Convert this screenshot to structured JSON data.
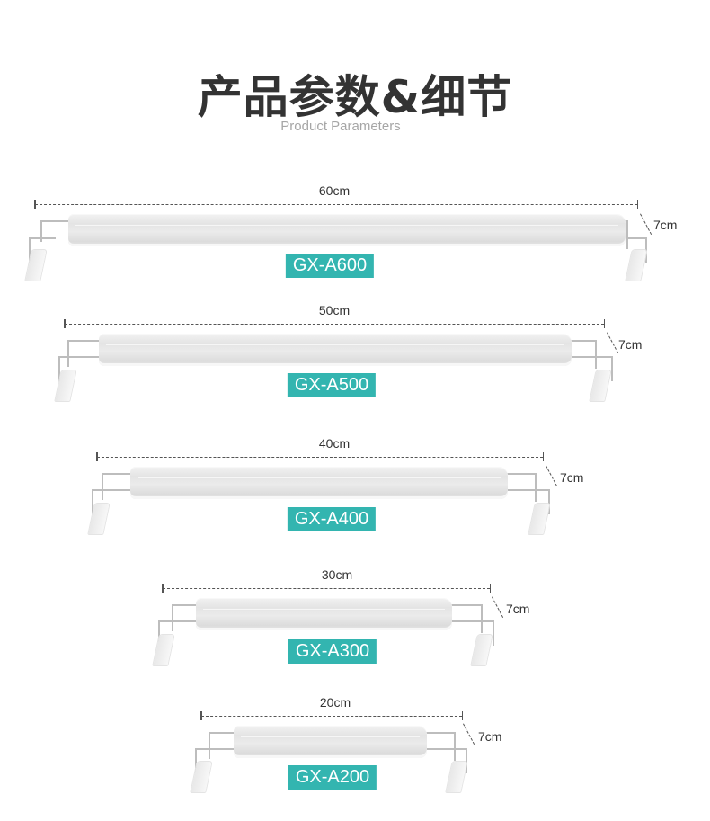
{
  "header": {
    "title": "产品参数&细节",
    "subtitle": "Product Parameters"
  },
  "accent_color": "#33b5b0",
  "products": [
    {
      "model": "GX-A600",
      "length": "60cm",
      "height": "7cm"
    },
    {
      "model": "GX-A500",
      "length": "50cm",
      "height": "7cm"
    },
    {
      "model": "GX-A400",
      "length": "40cm",
      "height": "7cm"
    },
    {
      "model": "GX-A300",
      "length": "30cm",
      "height": "7cm"
    },
    {
      "model": "GX-A200",
      "length": "20cm",
      "height": "7cm"
    }
  ]
}
